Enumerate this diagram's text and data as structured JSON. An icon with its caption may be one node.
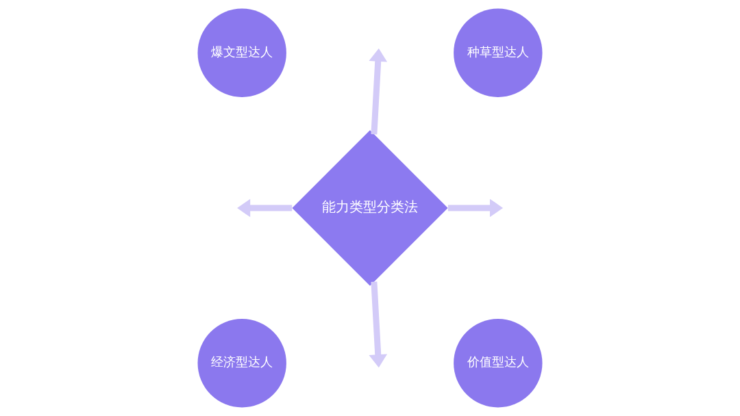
{
  "diagram": {
    "nodes": [
      {
        "text": [
          "爆文型达人"
        ]
      },
      {
        "text": [
          "种草型达人"
        ]
      },
      {
        "text": [
          "能力类型分类法"
        ]
      },
      {
        "text": [
          "经济型达人"
        ]
      },
      {
        "text": [
          "价值型达人"
        ]
      }
    ],
    "edges": [
      {
        "from": 2,
        "to": null,
        "arrow": "to"
      },
      {
        "from": 2,
        "to": null,
        "arrow": "to"
      },
      {
        "from": 2,
        "to": null,
        "arrow": "to"
      },
      {
        "from": 2,
        "to": null,
        "arrow": "to"
      }
    ]
  }
}
